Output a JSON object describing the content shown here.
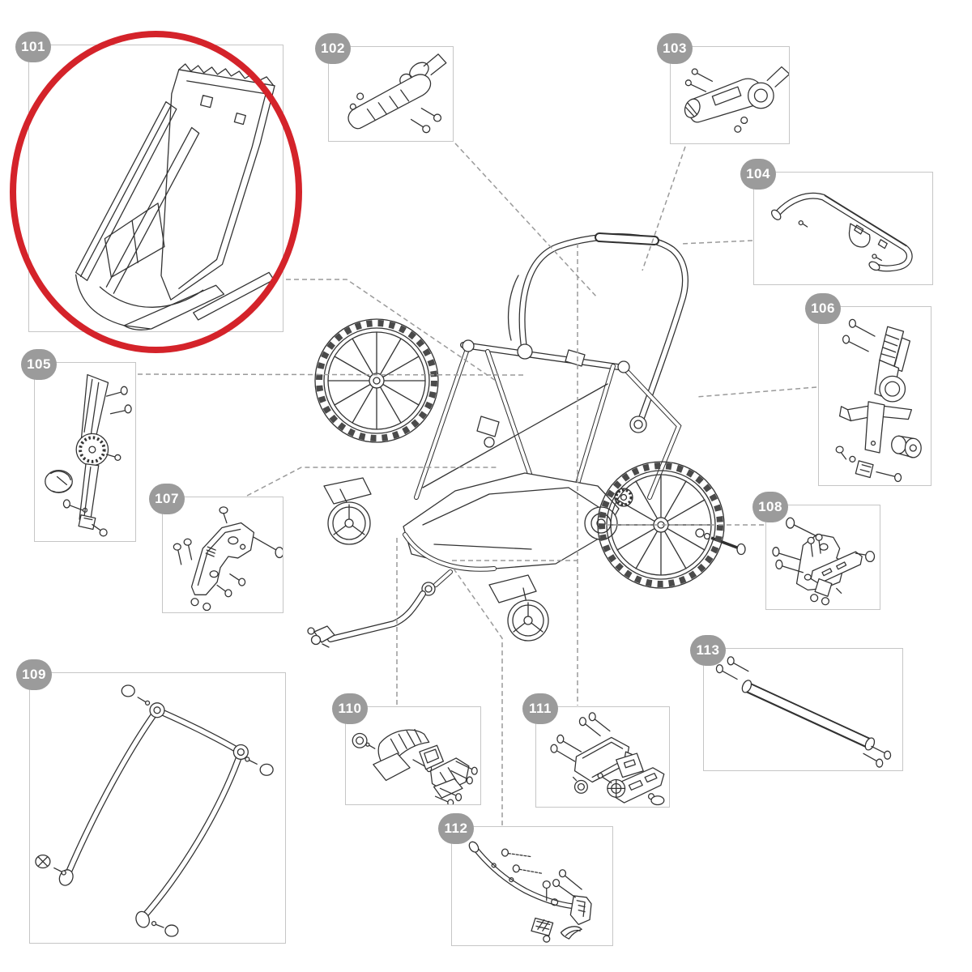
{
  "diagram": {
    "type": "exploded-parts-diagram",
    "parts": [
      {
        "label": "101",
        "highlighted": true
      },
      {
        "label": "102",
        "highlighted": false
      },
      {
        "label": "103",
        "highlighted": false
      },
      {
        "label": "104",
        "highlighted": false
      },
      {
        "label": "105",
        "highlighted": false
      },
      {
        "label": "106",
        "highlighted": false
      },
      {
        "label": "107",
        "highlighted": false
      },
      {
        "label": "108",
        "highlighted": false
      },
      {
        "label": "109",
        "highlighted": false
      },
      {
        "label": "110",
        "highlighted": false
      },
      {
        "label": "111",
        "highlighted": false
      },
      {
        "label": "112",
        "highlighted": false
      },
      {
        "label": "113",
        "highlighted": false
      }
    ],
    "highlight": {
      "part_label": "101",
      "color": "#d4232a",
      "shape": "ellipse"
    },
    "colors": {
      "background": "#ffffff",
      "badge_bg": "#9b9b9b",
      "badge_text": "#ffffff",
      "box_border": "#c6c6c6",
      "line_art": "#333333",
      "connector": "#9a9a9a",
      "highlight": "#d4232a"
    }
  }
}
